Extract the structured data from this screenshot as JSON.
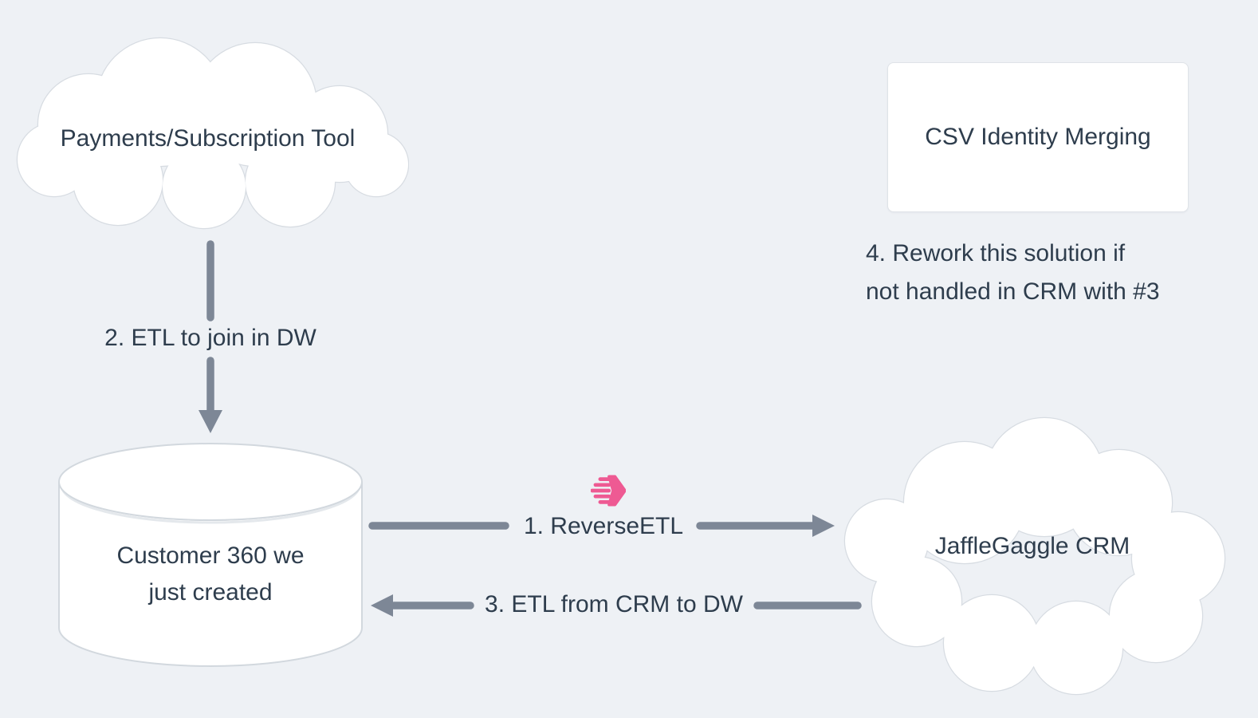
{
  "diagram": {
    "background": "#eef1f5",
    "nodes": {
      "payments": {
        "label": "Payments/Subscription Tool",
        "shape": "cloud"
      },
      "csv_identity": {
        "label": "CSV Identity Merging",
        "shape": "rectangle"
      },
      "customer360": {
        "label": "Customer 360 we just created",
        "shape": "cylinder"
      },
      "jafflegaggle_crm": {
        "label": "JaffleGaggle CRM",
        "shape": "cloud"
      }
    },
    "edges": {
      "reverse_etl": {
        "label": "1. ReverseETL",
        "from": "customer360",
        "to": "jafflegaggle_crm"
      },
      "etl_to_dw": {
        "label": "2. ETL to join in DW",
        "from": "payments",
        "to": "customer360"
      },
      "etl_from_crm": {
        "label": "3. ETL from CRM to DW",
        "from": "jafflegaggle_crm",
        "to": "customer360"
      }
    },
    "caption": {
      "line1": "4. Rework this solution if",
      "line2": "not handled in CRM with #3"
    },
    "icons": {
      "hightouch": "hightouch-logo"
    },
    "colors": {
      "arrow": "#7d8796",
      "text": "#2e3d4d",
      "node_fill": "#ffffff",
      "node_stroke": "#d7dce2",
      "hightouch_pink": "#ee5a93"
    }
  }
}
